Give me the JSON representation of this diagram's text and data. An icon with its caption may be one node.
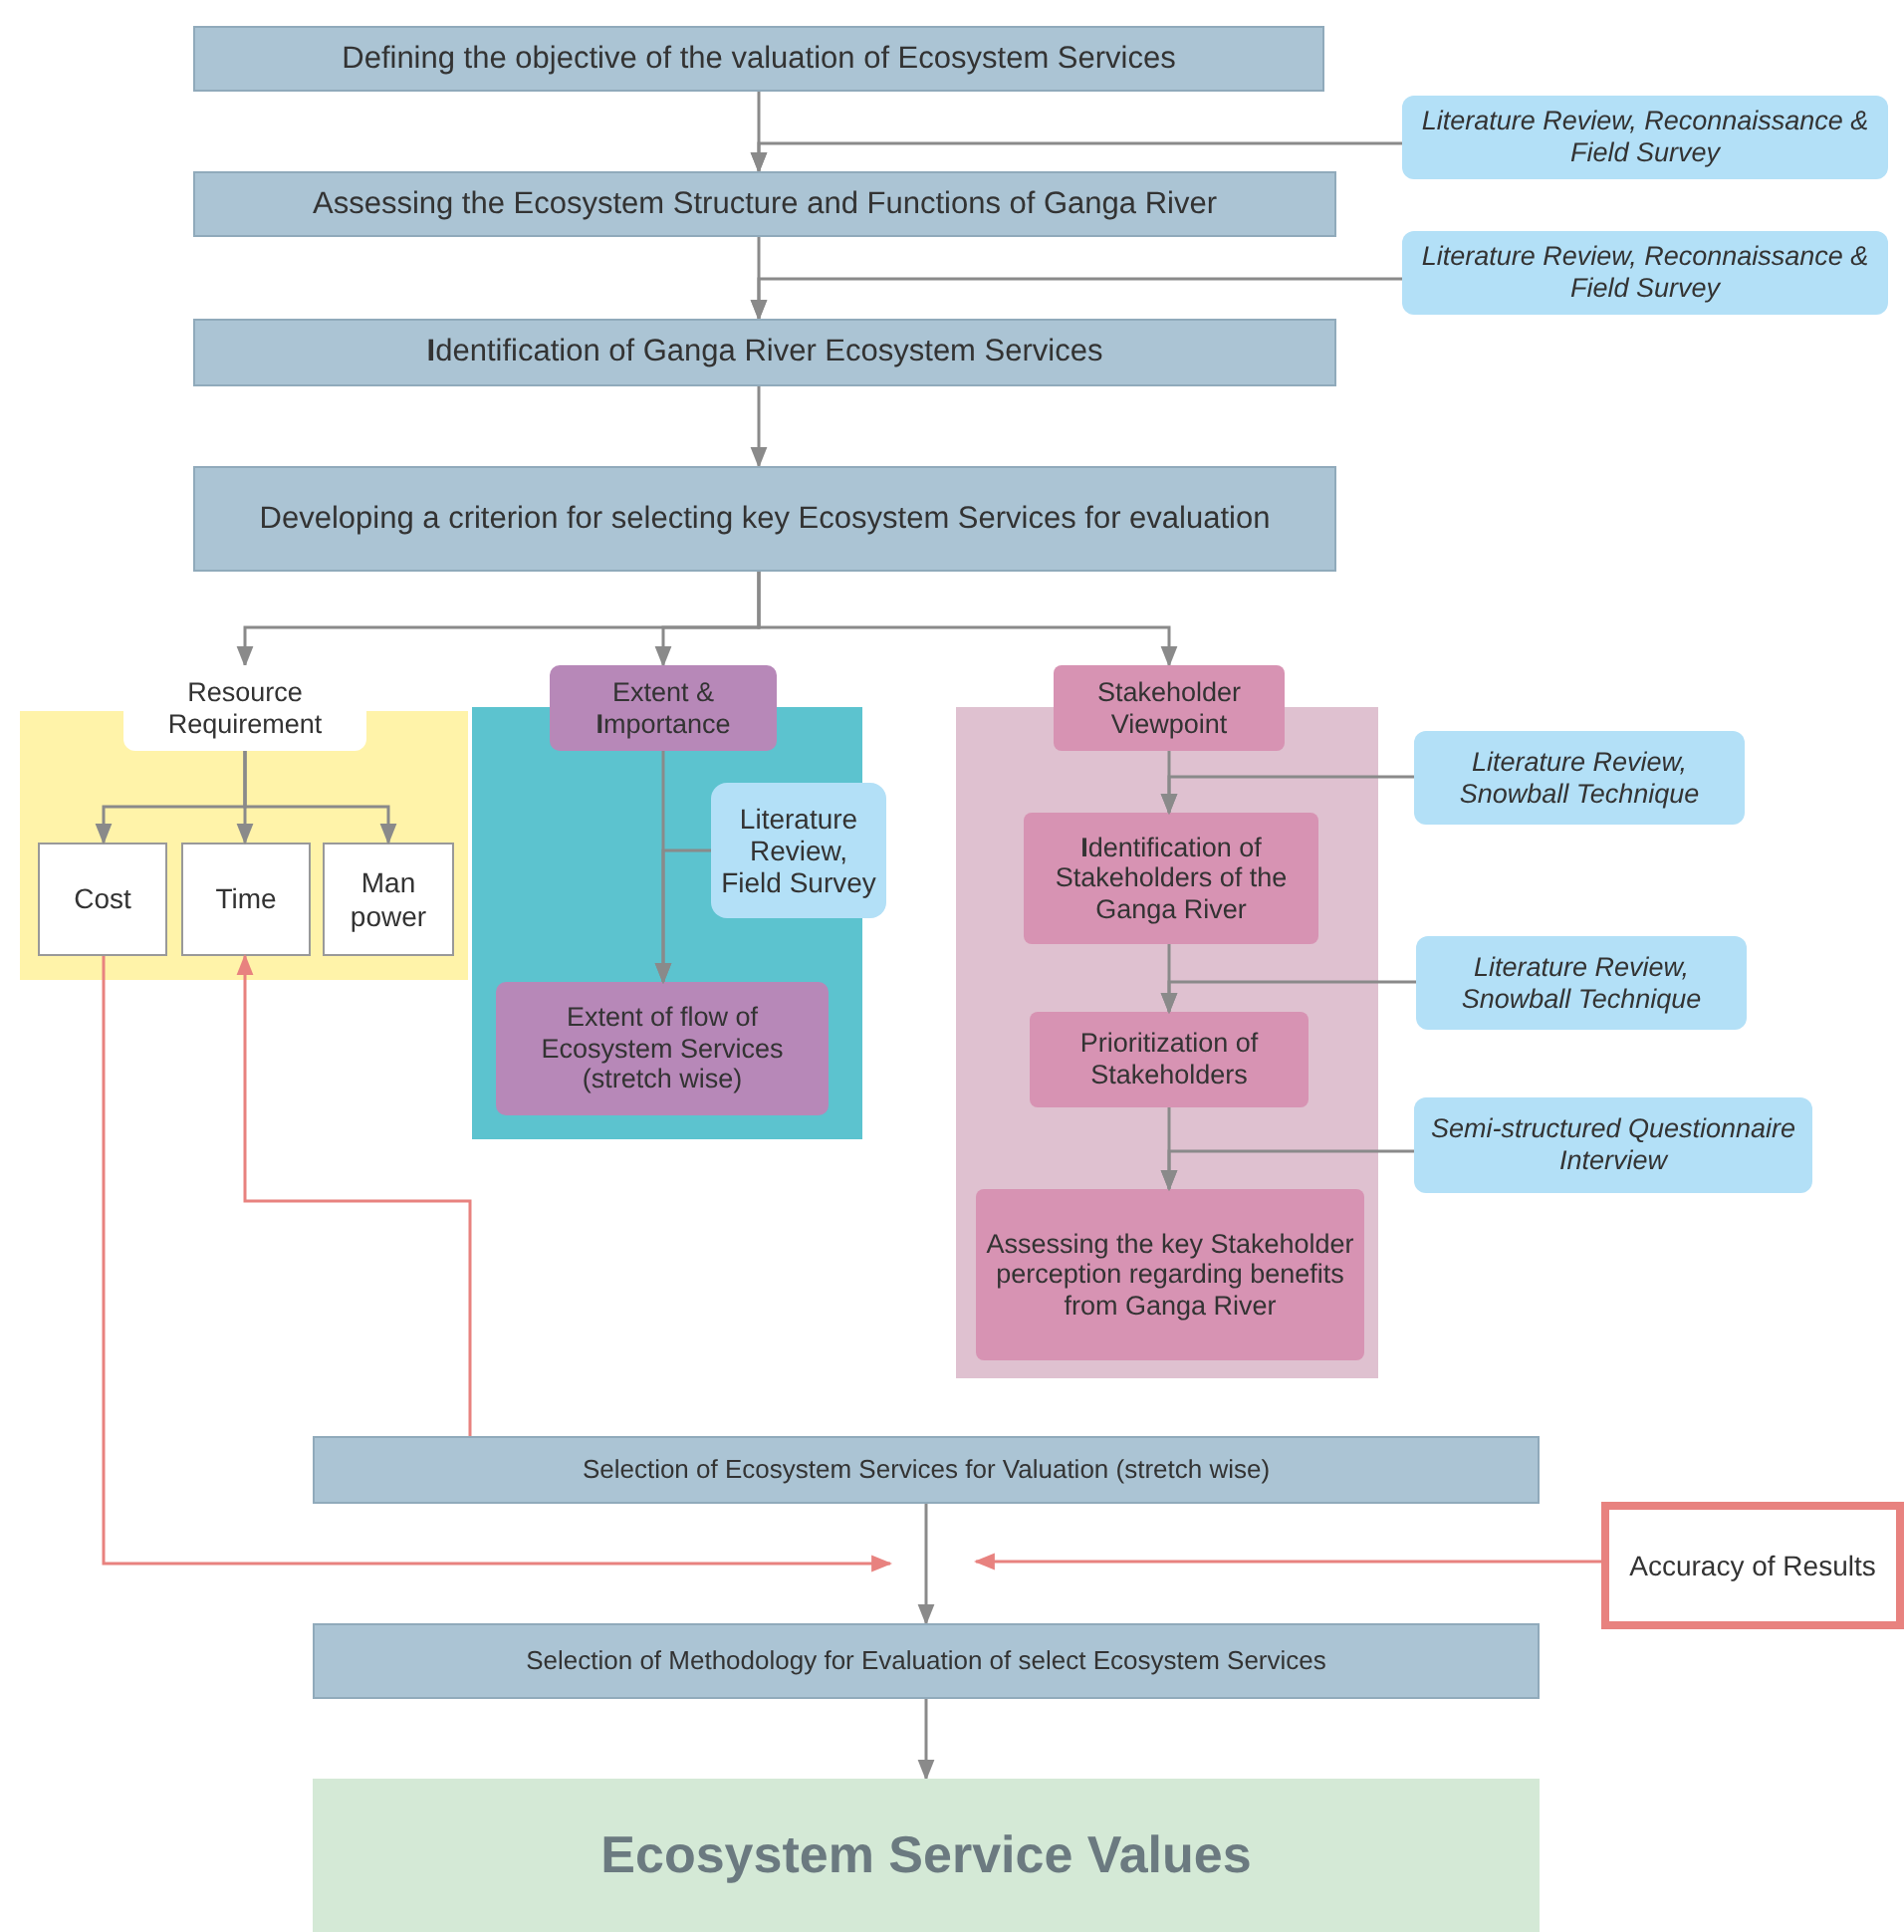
{
  "diagram": {
    "nodes": [
      {
        "text": [
          "Defining the objective of the valuation of Ecosystem Services"
        ]
      },
      {
        "text": [
          "Literature Review, Reconnaissance & Field Survey"
        ]
      },
      {
        "text": [
          "Assessing the Ecosystem Structure and Functions of Ganga River"
        ]
      },
      {
        "text": [
          "Literature Review, Reconnaissance & Field Survey"
        ]
      },
      {
        "text": [
          "**I**dentification of Ganga River Ecosystem Services"
        ]
      },
      {
        "text": [
          "Developing a criterion for selecting key Ecosystem Services for evaluation"
        ]
      },
      {
        "text": [
          "Resource Requirement"
        ]
      },
      {
        "text": [
          "Extent & **I**mportance"
        ]
      },
      {
        "text": [
          "Stakeholder Viewpoint"
        ]
      },
      {
        "text": [],
        "shape": "box"
      },
      {
        "text": [
          "Cost"
        ],
        "in": 9
      },
      {
        "text": [
          "Time"
        ],
        "in": 9
      },
      {
        "text": [
          "Man power"
        ],
        "in": 9
      },
      {
        "text": [],
        "shape": "box"
      },
      {
        "text": [
          "Literature Review, Field Survey"
        ]
      },
      {
        "text": [
          "Extent of flow of Ecosystem Services (stretch wise)"
        ],
        "in": 13
      },
      {
        "text": [],
        "shape": "box"
      },
      {
        "text": [
          "Literature Review, Snowball Technique"
        ]
      },
      {
        "text": [
          "**I**dentification of Stakeholders of the Ganga River"
        ],
        "in": 16
      },
      {
        "text": [
          "Literature Review, Snowball Technique"
        ]
      },
      {
        "text": [
          "Prioritization of Stakeholders"
        ],
        "in": 16
      },
      {
        "text": [
          "Semi-structured Questionnaire Interview"
        ]
      },
      {
        "text": [
          "Assessing the key Stakeholder perception regarding benefits from Ganga River"
        ],
        "in": 16
      },
      {
        "text": [
          "Selection of Ecosystem Services for Valuation (stretch wise)"
        ]
      },
      {
        "text": [
          "Accuracy of Results"
        ]
      },
      {
        "text": [
          "Selection of Methodology for Evaluation of select Ecosystem Services"
        ]
      },
      {
        "text": [
          "Ecosystem Service Values"
        ]
      }
    ],
    "edges": [
      {
        "from": 0,
        "to": 2,
        "arrow": "to"
      },
      {
        "from": 1,
        "to": 2,
        "arrow": "to"
      },
      {
        "from": 2,
        "to": 4,
        "arrow": "to"
      },
      {
        "from": 3,
        "to": 4,
        "arrow": "to"
      },
      {
        "from": 4,
        "to": 5,
        "arrow": "to"
      },
      {
        "from": 5,
        "to": 6,
        "arrow": "to"
      },
      {
        "from": 5,
        "to": 7,
        "arrow": "to"
      },
      {
        "from": 5,
        "to": 8,
        "arrow": "to"
      },
      {
        "from": 6,
        "to": 10,
        "arrow": "to"
      },
      {
        "from": 6,
        "to": 11,
        "arrow": "to"
      },
      {
        "from": 6,
        "to": 12,
        "arrow": "to"
      },
      {
        "from": 7,
        "to": 15,
        "arrow": "to"
      },
      {
        "from": 14,
        "to": 15,
        "arrow": "to"
      },
      {
        "from": 8,
        "to": 18,
        "arrow": "to"
      },
      {
        "from": 17,
        "to": 18,
        "arrow": "to"
      },
      {
        "from": 18,
        "to": 20,
        "arrow": "to"
      },
      {
        "from": 19,
        "to": 20,
        "arrow": "to"
      },
      {
        "from": 20,
        "to": 22,
        "arrow": "to"
      },
      {
        "from": 21,
        "to": 22,
        "arrow": "to"
      },
      {
        "from": 23,
        "to": 11,
        "arrow": "to",
        "color": "#e8827f"
      },
      {
        "from": 10,
        "to": null,
        "arrow": "to",
        "color": "#e8827f"
      },
      {
        "from": 24,
        "to": null,
        "arrow": "to",
        "color": "#e8827f"
      },
      {
        "from": 23,
        "to": 25,
        "arrow": "to"
      },
      {
        "from": 25,
        "to": 26,
        "arrow": "to"
      }
    ]
  }
}
